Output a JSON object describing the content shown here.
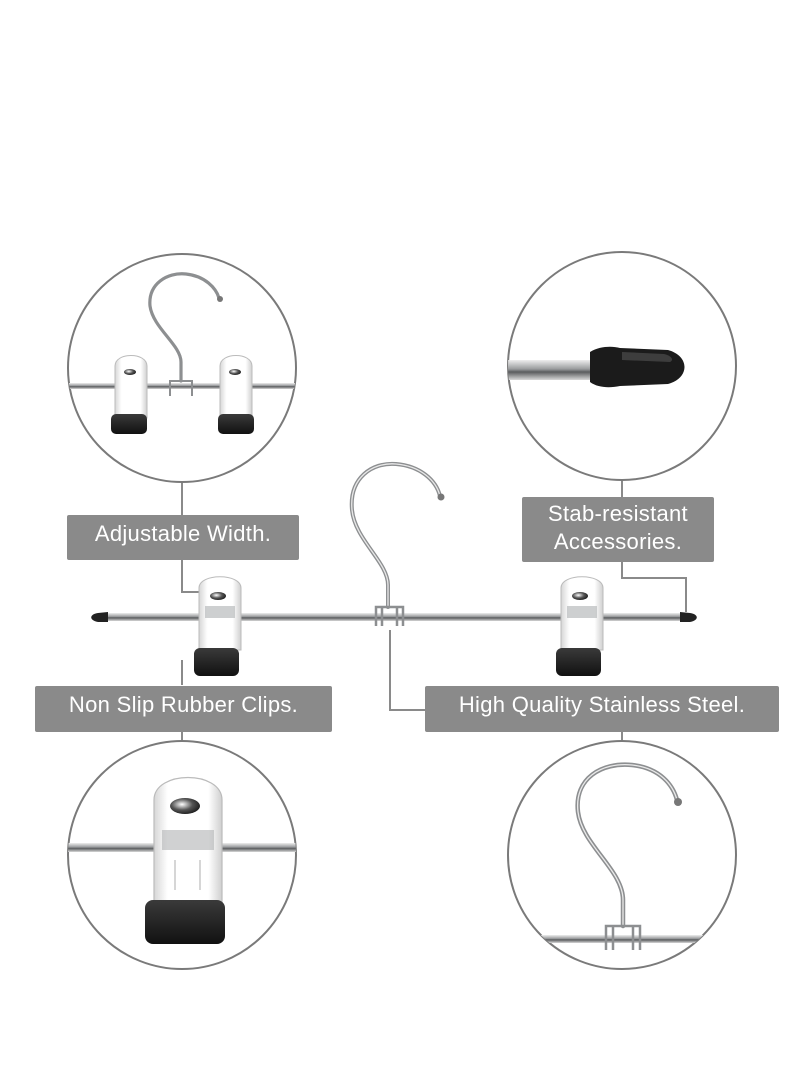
{
  "labels": {
    "adjustable_width": "Adjustable Width.",
    "stab_resistant_line1": "Stab-resistant",
    "stab_resistant_line2": "Accessories.",
    "non_slip": "Non Slip Rubber Clips.",
    "stainless": "High Quality Stainless Steel."
  },
  "colors": {
    "label_bg": "#8a8a8a",
    "label_text": "#ffffff",
    "circle_stroke": "#7a7a7a",
    "connector": "#8a8a8a",
    "steel": "#a9abad",
    "rubber": "#1e1e1e"
  }
}
